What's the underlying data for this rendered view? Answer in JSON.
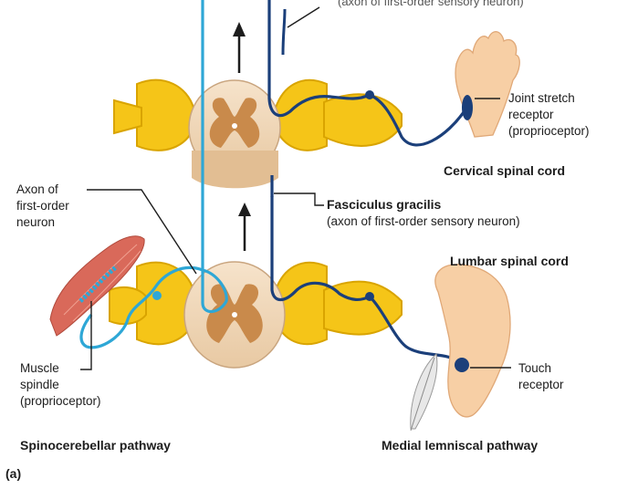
{
  "labels": {
    "top_clipped": "(axon of first-order sensory neuron)",
    "joint_line1": "Joint stretch",
    "joint_line2": "receptor",
    "joint_line3": "(proprioceptor)",
    "cervical": "Cervical spinal cord",
    "axon_line1": "Axon of",
    "axon_line2": "first-order",
    "axon_line3": "neuron",
    "fasciculus_title": "Fasciculus gracilis",
    "fasciculus_sub": "(axon of first-order sensory neuron)",
    "lumbar": "Lumbar spinal cord",
    "muscle_line1": "Muscle",
    "muscle_line2": "spindle",
    "muscle_line3": "(proprioceptor)",
    "touch_line1": "Touch",
    "touch_line2": "receptor",
    "spinocerebellar": "Spinocerebellar pathway",
    "medial": "Medial lemniscal pathway",
    "panel": "(a)"
  },
  "colors": {
    "cord_white": "#f3dcc0",
    "cord_gray": "#c98a4b",
    "nerve_yellow": "#f5c518",
    "nerve_outline": "#d9a400",
    "spino_axon": "#2ea7d6",
    "medial_axon": "#1b3f7a",
    "skin": "#f7cfa5",
    "muscle": "#d9695a"
  }
}
